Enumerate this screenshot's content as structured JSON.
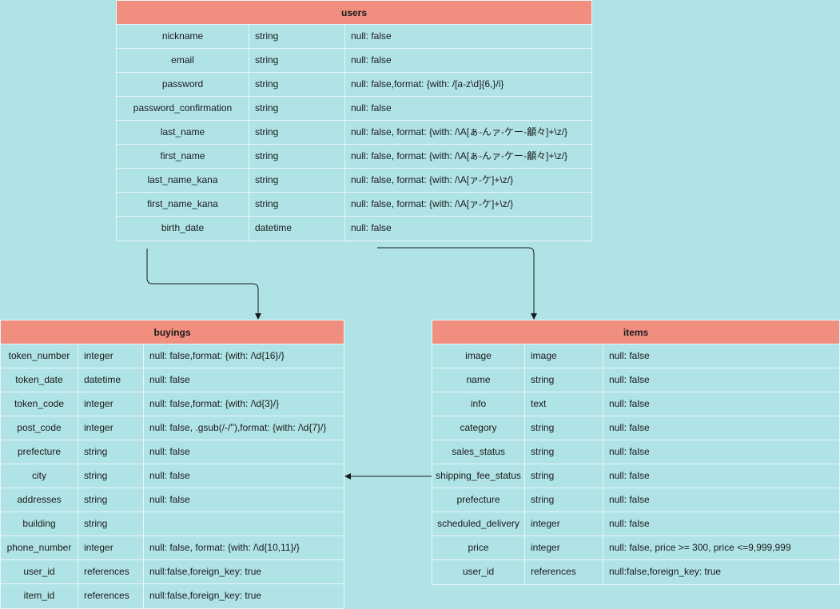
{
  "tables": {
    "users": {
      "title": "users",
      "rows": [
        [
          "nickname",
          "string",
          "null: false"
        ],
        [
          "email",
          "string",
          "null: false"
        ],
        [
          "password",
          "string",
          "null: false,format: {with: /[a-z\\d]{6,}/i}"
        ],
        [
          "password_confirmation",
          "string",
          "null: false"
        ],
        [
          "last_name",
          "string",
          "null: false, format: {with: /\\A[ぁ-んァ-ケー-龥々]+\\z/}"
        ],
        [
          "first_name",
          "string",
          "null: false, format: {with: /\\A[ぁ-んァ-ケー-龥々]+\\z/}"
        ],
        [
          "last_name_kana",
          "string",
          "null: false, format: {with: /\\A[ァ-ケ]+\\z/}"
        ],
        [
          "first_name_kana",
          "string",
          "null: false, format: {with: /\\A[ァ-ケ]+\\z/}"
        ],
        [
          "birth_date",
          "datetime",
          "null: false"
        ]
      ]
    },
    "buyings": {
      "title": "buyings",
      "rows": [
        [
          "token_number",
          "integer",
          "null: false,format: {with: /\\d{16}/}"
        ],
        [
          "token_date",
          "datetime",
          "null: false"
        ],
        [
          "token_code",
          "integer",
          "null: false,format: {with: /\\d{3}/}"
        ],
        [
          "post_code",
          "integer",
          "null: false, .gsub(/-/''),format: {with: /\\d{7}/}"
        ],
        [
          "prefecture",
          "string",
          "null: false"
        ],
        [
          "city",
          "string",
          "null: false"
        ],
        [
          "addresses",
          "string",
          "null: false"
        ],
        [
          "building",
          "string",
          ""
        ],
        [
          "phone_number",
          "integer",
          "null: false, format: {with: /\\d{10,11}/}"
        ],
        [
          "user_id",
          "references",
          "null:false,foreign_key: true"
        ],
        [
          "item_id",
          "references",
          "null:false,foreign_key: true"
        ]
      ]
    },
    "items": {
      "title": "items",
      "rows": [
        [
          "image",
          "image",
          "null: false"
        ],
        [
          "name",
          "string",
          "null: false"
        ],
        [
          "info",
          "text",
          "null: false"
        ],
        [
          "category",
          "string",
          "null: false"
        ],
        [
          "sales_status",
          "string",
          "null: false"
        ],
        [
          "shipping_fee_status",
          "string",
          "null: false"
        ],
        [
          "prefecture",
          "string",
          "null: false"
        ],
        [
          "scheduled_delivery",
          "integer",
          "null: false"
        ],
        [
          "price",
          "integer",
          "null: false, price >= 300, price <=9,999,999"
        ],
        [
          "user_id",
          "references",
          "null:false,foreign_key: true"
        ]
      ]
    }
  },
  "colors": {
    "background": "#b0e3e6",
    "header": "#f08f80",
    "border": "#e8f6f7",
    "connector": "#1a1a1a"
  }
}
